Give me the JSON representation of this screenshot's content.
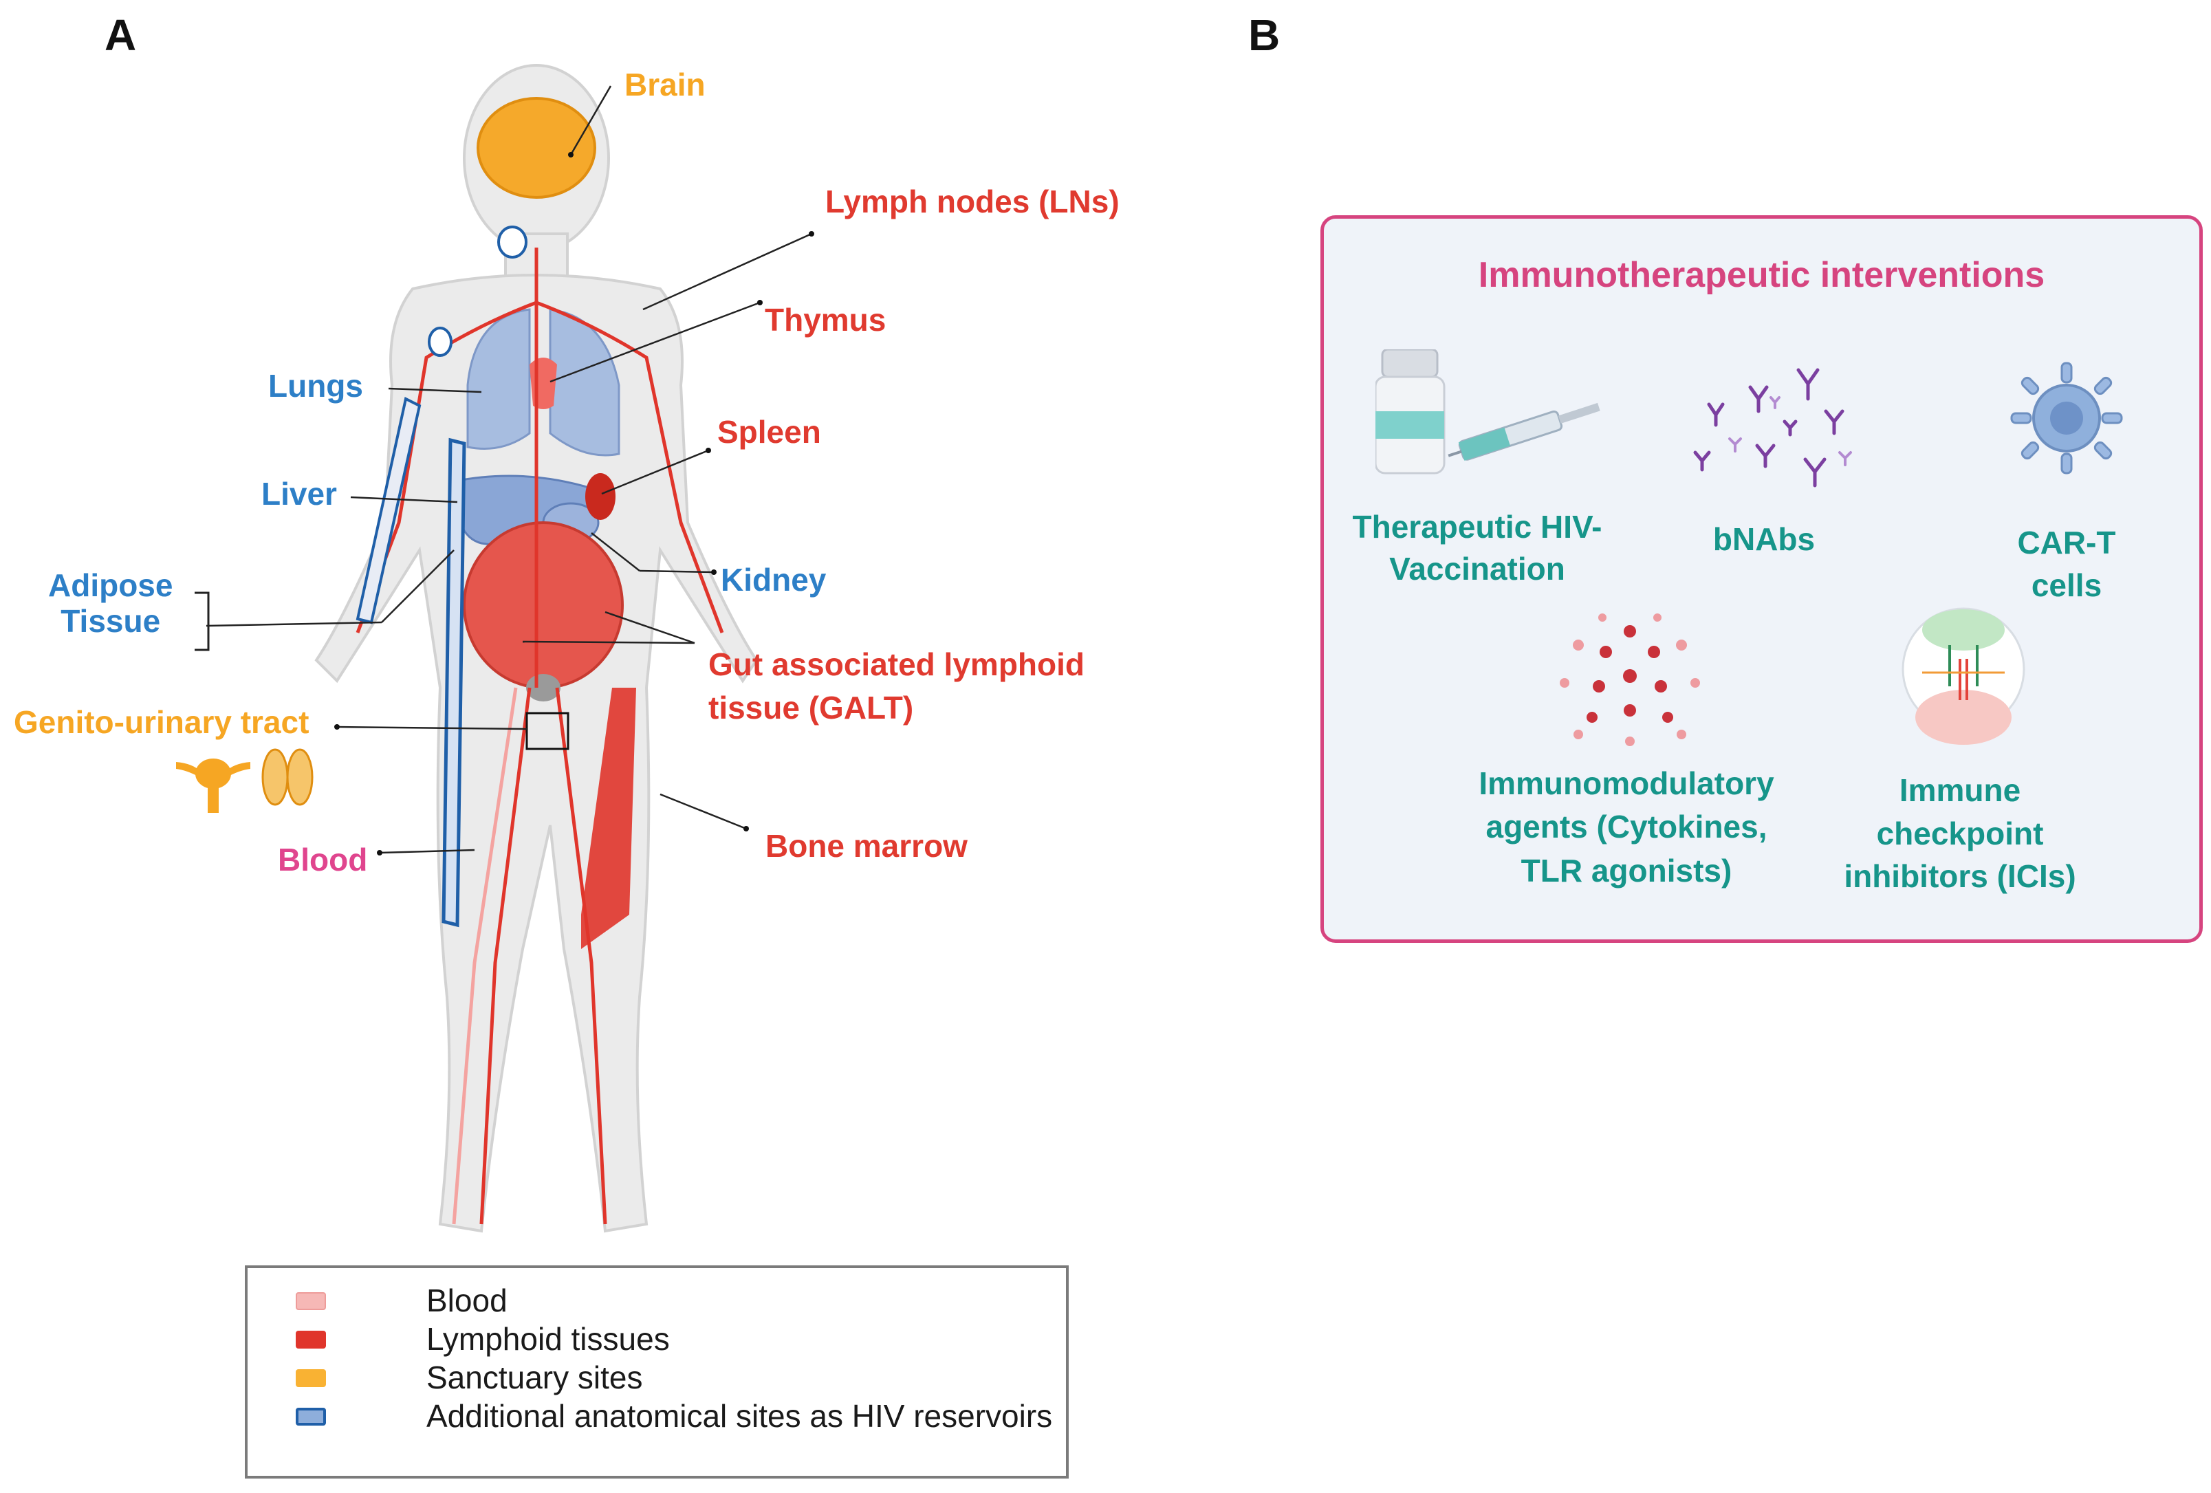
{
  "panels": {
    "a_letter": "A",
    "b_letter": "B"
  },
  "panel_a": {
    "labels": {
      "brain": "Brain",
      "lymph_nodes": "Lymph nodes (LNs)",
      "thymus": "Thymus",
      "lungs": "Lungs",
      "spleen": "Spleen",
      "liver": "Liver",
      "adipose_line1": "Adipose",
      "adipose_line2": "Tissue",
      "kidney": "Kidney",
      "galt_line1": "Gut associated lymphoid",
      "galt_line2": "tissue (GALT)",
      "genito_urinary": "Genito-urinary tract",
      "blood": "Blood",
      "bone_marrow": "Bone marrow"
    },
    "legend": [
      {
        "label": "Blood",
        "color": "#f6b8b6"
      },
      {
        "label": "Lymphoid tissues",
        "color": "#e0352b"
      },
      {
        "label": "Sanctuary sites",
        "color": "#f9b233"
      },
      {
        "label": "Additional anatomical sites as HIV reservoirs",
        "color": "#8eaedb",
        "border": "#1f5fa8"
      }
    ]
  },
  "panel_b": {
    "title": "Immunotherapeutic interventions",
    "items": {
      "vaccination_line1": "Therapeutic HIV-",
      "vaccination_line2": "Vaccination",
      "bnabs": "bNAbs",
      "cart_line1": "CAR-T",
      "cart_line2": "cells",
      "immunomod_line1": "Immunomodulatory",
      "immunomod_line2": "agents (Cytokines,",
      "immunomod_line3": "TLR agonists)",
      "ici_line1": "Immune",
      "ici_line2": "checkpoint",
      "ici_line3": "inhibitors (ICIs)"
    }
  },
  "colors": {
    "lymphoid_red": "#e03a2f",
    "reservoir_blue": "#2d7fc7",
    "sanctuary_orange": "#f6a623",
    "blood_pink": "#e0458e",
    "intervention_teal": "#16958a",
    "box_border": "#d6447f"
  }
}
